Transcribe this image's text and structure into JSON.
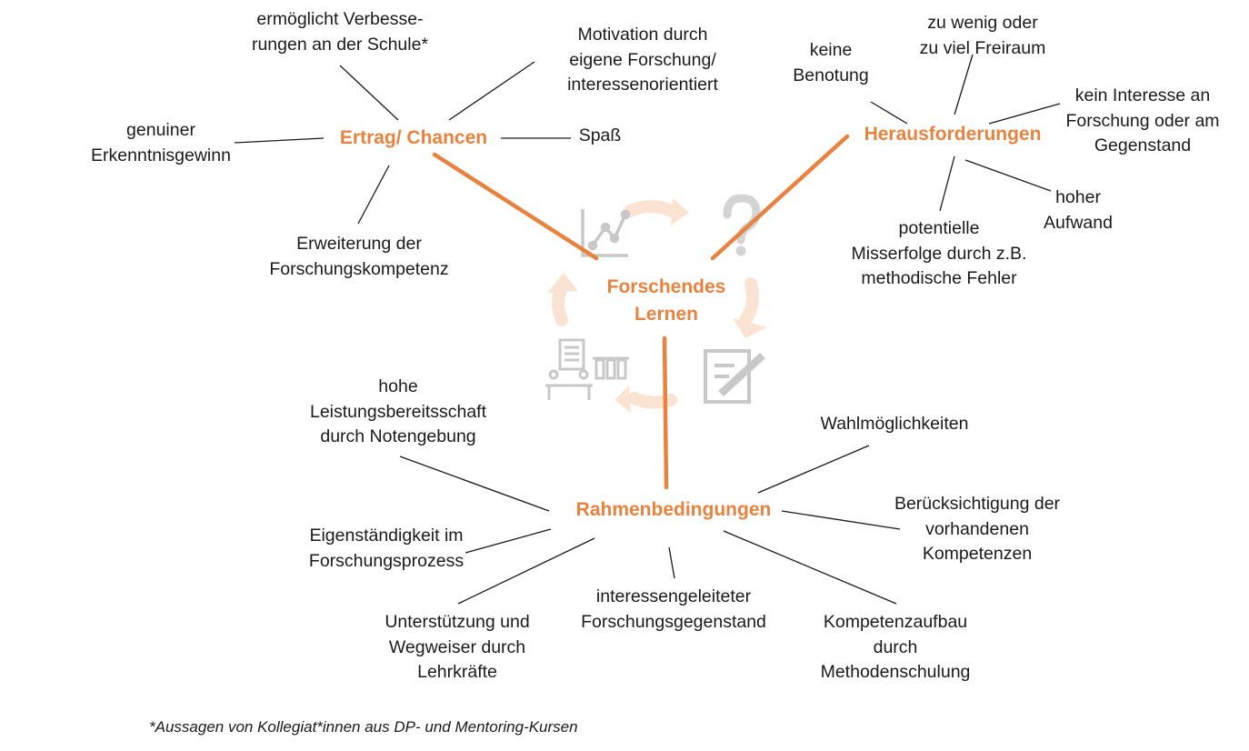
{
  "center": {
    "title": "Forschendes\nLernen",
    "icons": [
      "chart-icon",
      "question-mark-icon",
      "document-edit-icon",
      "research-desk-icon",
      "cycle-arrow-icon"
    ]
  },
  "hubs": {
    "ertrag": "Ertrag/ Chancen",
    "herausforderungen": "Herausforderungen",
    "rahmen": "Rahmenbedingungen"
  },
  "ertrag_items": [
    "ermöglicht Verbesse-\nrungen an der Schule*",
    "Motivation durch\neigene Forschung/\ninteressenorientiert",
    "genuiner\nErkenntnisgewinn",
    "Spaß",
    "Erweiterung der\nForschungskompetenz"
  ],
  "herausforderungen_items": [
    "keine\nBenotung",
    "zu wenig oder\nzu viel Freiraum",
    "kein Interesse an\nForschung oder am\nGegenstand",
    "hoher\nAufwand",
    "potentielle\nMisserfolge durch z.B.\nmethodische Fehler"
  ],
  "rahmen_items": [
    "hohe\nLeistungsbereitsschaft\ndurch Notengebung",
    "Wahlmöglichkeiten",
    "Berücksichtigung der\nvorhandenen\nKompetenzen",
    "Eigenständigkeit im\nForschungsprozess",
    "interessengeleiteter\nForschungsgegenstand",
    "Unterstützung und\nWegweiser durch\nLehrkräfte",
    "Kompetenzaufbau\ndurch\nMethodenschulung"
  ],
  "footnote": "*Aussagen von Kollegiat*innen aus DP- und Mentoring-Kursen",
  "colors": {
    "accent": "#e8823f",
    "cycle": "#fbe3d3",
    "icon": "#c8c8c8",
    "text": "#1a1a1a",
    "line": "#1a1a1a"
  }
}
